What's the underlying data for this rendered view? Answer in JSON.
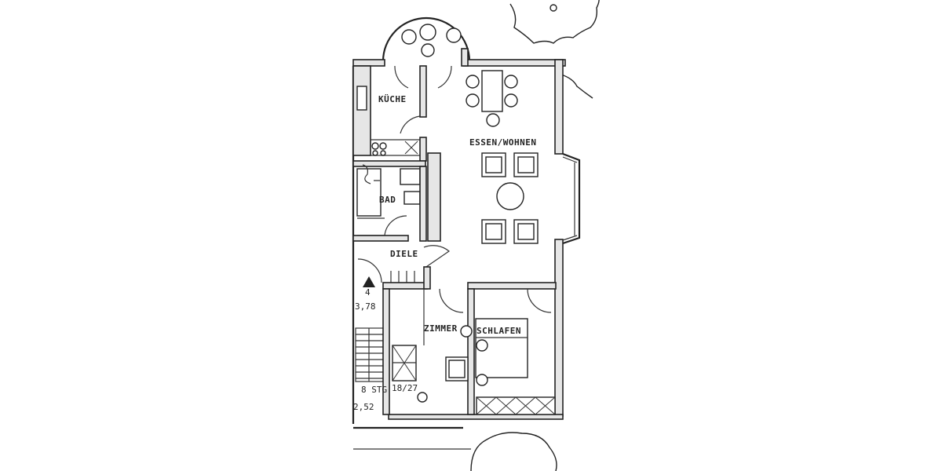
{
  "plan": {
    "rooms": {
      "kitchen": "KÜCHE",
      "dining_living": "ESSEN/WOHNEN",
      "bath": "BAD",
      "hall": "DIELE",
      "room": "ZIMMER",
      "bedroom": "SCHLAFEN"
    },
    "annotations": {
      "level_mark": "4",
      "elevation_top": "3,78",
      "stairs_steps": "8 STG",
      "stair_ratio": "18/27",
      "elevation_bottom": "2,52"
    }
  }
}
